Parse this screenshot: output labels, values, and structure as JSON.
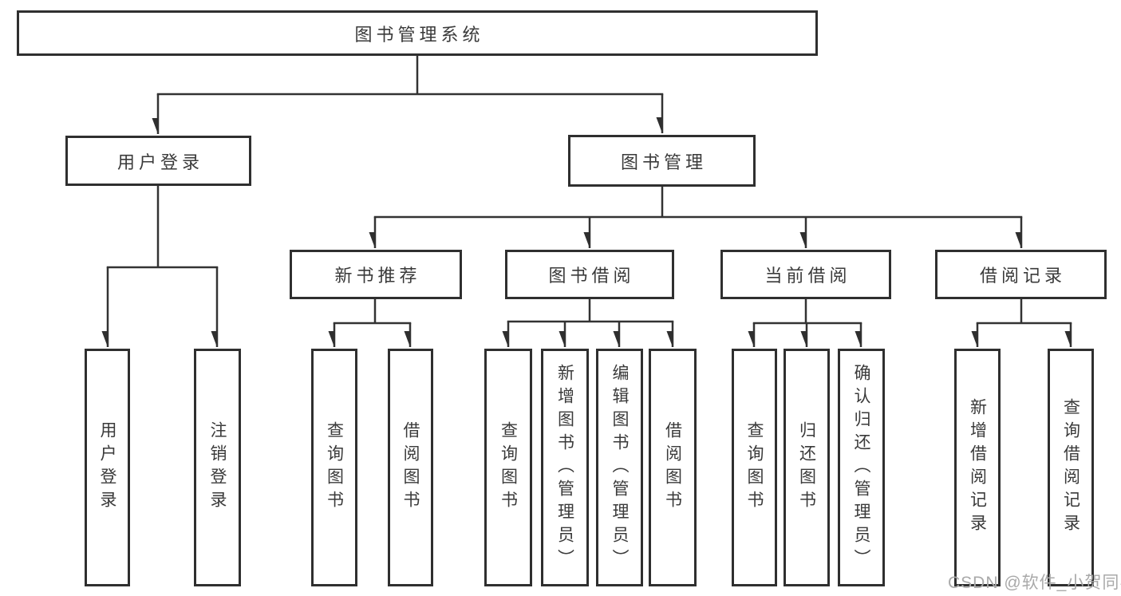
{
  "watermark": "CSDN @软件_小贺同学",
  "colors": {
    "line": "#333333",
    "box_border": "#2f2f2f",
    "text": "#3a3a3a",
    "watermark": "#a9a9a9",
    "background": "#ffffff"
  },
  "tree": {
    "label": "图书管理系统",
    "children": [
      {
        "label": "用户登录",
        "children": [
          {
            "label": "用户登录"
          },
          {
            "label": "注销登录"
          }
        ]
      },
      {
        "label": "图书管理",
        "children": [
          {
            "label": "新书推荐",
            "children": [
              {
                "label": "查询图书"
              },
              {
                "label": "借阅图书"
              }
            ]
          },
          {
            "label": "图书借阅",
            "children": [
              {
                "label": "查询图书"
              },
              {
                "label": "新增图书（管理员）"
              },
              {
                "label": "编辑图书（管理员）"
              },
              {
                "label": "借阅图书"
              }
            ]
          },
          {
            "label": "当前借阅",
            "children": [
              {
                "label": "查询图书"
              },
              {
                "label": "归还图书"
              },
              {
                "label": "确认归还（管理员）"
              }
            ]
          },
          {
            "label": "借阅记录",
            "children": [
              {
                "label": "新增借阅记录"
              },
              {
                "label": "查询借阅记录"
              }
            ]
          }
        ]
      }
    ]
  }
}
